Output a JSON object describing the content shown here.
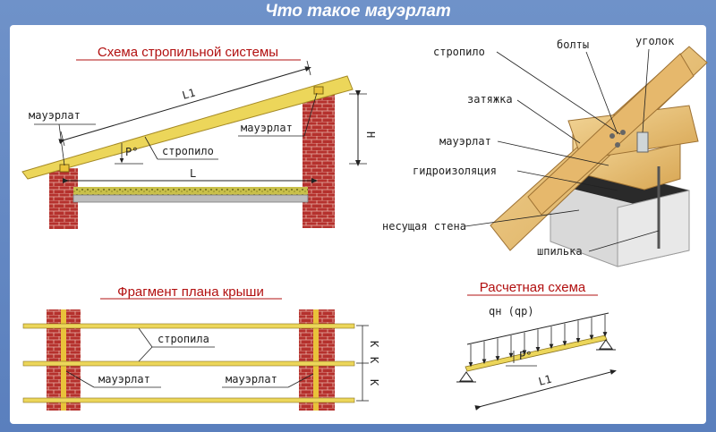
{
  "title": "Что такое мауэрлат",
  "schema": {
    "heading": "Схема стропильной системы",
    "mauerlat_left": "мауэрлат",
    "mauerlat_right": "мауэрлат",
    "rafter": "стропило",
    "l1": "L1",
    "l": "L",
    "h": "H",
    "angle": "P°"
  },
  "detail": {
    "rafter": "стропило",
    "bolts": "болты",
    "corner": "уголок",
    "tie": "затяжка",
    "mauerlat": "мауэрлат",
    "waterproofing": "гидроизоляция",
    "bearing_wall": "несущая стена",
    "stud": "шпилька"
  },
  "plan": {
    "heading": "Фрагмент плана крыши",
    "rafters": "стропила",
    "mauerlat_left": "мауэрлат",
    "mauerlat_right": "мауэрлат",
    "k1": "K",
    "k2": "K",
    "k3": "K"
  },
  "calc": {
    "heading": "Расчетная схема",
    "load": "qн (qр)",
    "angle": "P°",
    "l1": "L1"
  },
  "colors": {
    "brick": "#b5312d",
    "wood": "#ecd65a",
    "beam": "#e9c23a",
    "header_text": "#b21010",
    "frame": "#5f84c2"
  }
}
